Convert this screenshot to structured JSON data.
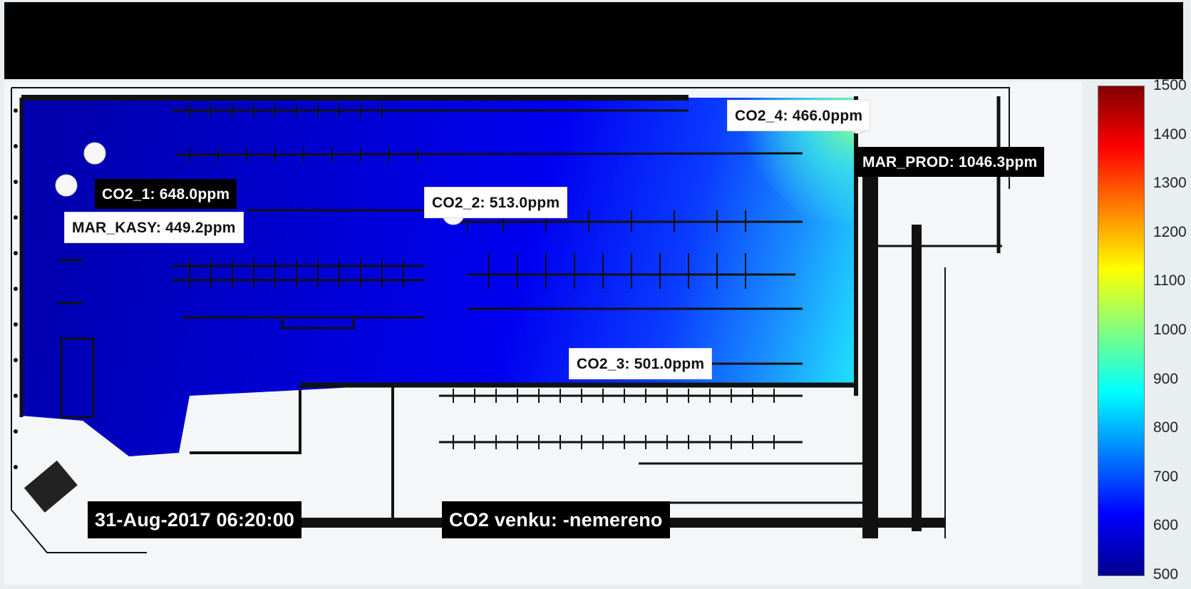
{
  "chart_data": {
    "type": "heatmap",
    "timestamp": "31-Aug-2017 06:20:00",
    "outside_note": "CO2 venku: -nemereno",
    "sensors": [
      {
        "id": "co2_1",
        "label": "CO2_1: 648.0ppm",
        "value": 648.0
      },
      {
        "id": "mar_kasy",
        "label": "MAR_KASY: 449.2ppm",
        "value": 449.2
      },
      {
        "id": "co2_2",
        "label": "CO2_2: 513.0ppm",
        "value": 513.0
      },
      {
        "id": "co2_3",
        "label": "CO2_3: 501.0ppm",
        "value": 501.0
      },
      {
        "id": "co2_4",
        "label": "CO2_4: 466.0ppm",
        "value": 466.0
      },
      {
        "id": "mar_prod",
        "label": "MAR_PROD: 1046.3ppm",
        "value": 1046.3
      }
    ],
    "colorbar": {
      "range": [
        500,
        1500
      ],
      "ticks": [
        "1500",
        "1400",
        "1300",
        "1200",
        "1100",
        "1000",
        "900",
        "800",
        "700",
        "600",
        "500"
      ],
      "colormap": [
        "#00008f",
        "#0000ff",
        "#0080ff",
        "#00ffff",
        "#80ff80",
        "#ffff00",
        "#ff8000",
        "#ff0000",
        "#800000"
      ]
    }
  }
}
